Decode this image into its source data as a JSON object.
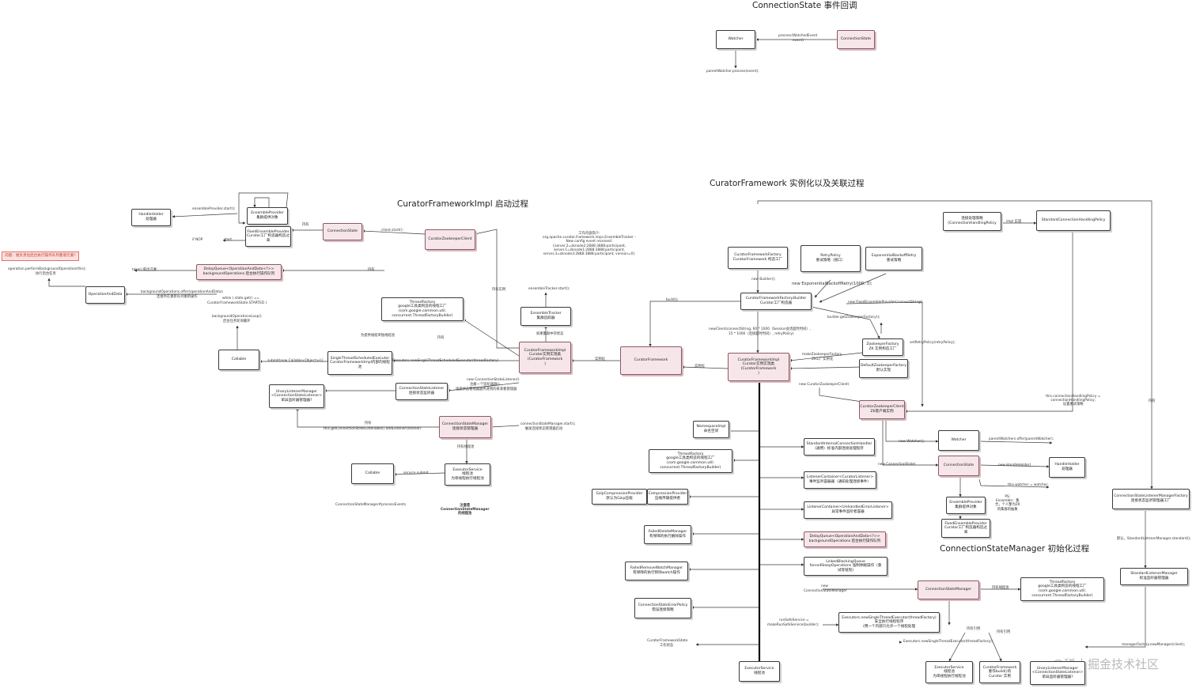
{
  "titles": {
    "conn_state_callback": "ConnectionState 事件回调",
    "fw_instantiation": "CuratorFramework 实例化以及关联过程",
    "impl_startup": "CuratorFrameworkImpl 启动过程",
    "csm_init": "ConnectionStateManager 初始化过程"
  },
  "warning": "问题：谁负责往后台执行操作队列塞值元素?",
  "watermark": "@稀土掘金技术社区",
  "nodes": {
    "watcher_top": [
      "Watcher"
    ],
    "connstate_top": [
      "ConnectionState"
    ],
    "handleholder_l": [
      "HandleHolder",
      "处理器"
    ],
    "ensembleprovider_l": [
      "EnsembleProvider",
      "集群提供对象"
    ],
    "fixedensemble_l": [
      "FixedEnsembleProvider",
      "Curator工厂构造器构造过",
      "来"
    ],
    "connstate_l": [
      "ConnectionState"
    ],
    "czkclient_l": [
      "CuratorZookeeperClient"
    ],
    "delayqueue_l": [
      "DelayQueue<OperationAndData<?>>",
      "backgroundOperations 后台执行操作队列"
    ],
    "opanddata": [
      "OperationAndData"
    ],
    "threadfactory_l": [
      "ThreadFactory",
      "google工具类构造的线程工厂",
      "(com.google.common.util.",
      "concurrent.ThreadFactoryBuilder)"
    ],
    "ensembletracker": [
      "EnsembleTracker",
      "集群追踪器"
    ],
    "callable_l": [
      "Callable"
    ],
    "singlethread": [
      "SingleThreadScheduledExecutor",
      "CuratorFrameworkImpl内部的线程",
      "池"
    ],
    "cfimpl_l": [
      "CuratorFrameworkImpl",
      "Curator实例实现类",
      "(CuratorFramework",
      ")"
    ],
    "curatorfw": [
      "CuratorFramework"
    ],
    "unarylistener_l": [
      "UnaryListenerManager",
      "<ConnectionStateListener>",
      "单异监听器管理器?"
    ],
    "csl": [
      "ConnectionStateListener",
      "连接状态监听器"
    ],
    "csm_l": [
      "ConnectionStateManager",
      "连接状态管理器"
    ],
    "callable_b": [
      "Callable"
    ],
    "executorservice_b": [
      "ExecutorService",
      "线程池",
      "为单线程执行线程池"
    ],
    "cffactory": [
      "CuratorFrameworkFactory",
      "CuratorFramework 构造工厂"
    ],
    "retrypolicy": [
      "RetryPolicy",
      "重试策略（接口）"
    ],
    "expbackoff": [
      "ExponentialBackoffRetry",
      "重试策略"
    ],
    "builder": [
      "CuratorFrameworkFactory.Builder",
      "Curator工厂构造器"
    ],
    "connhandlingpolicy": [
      "连接处理策略",
      "(ConnectionHandlingPolicy"
    ],
    "stdconnhandling": [
      "StandardConnectionHandlingPolicy"
    ],
    "zkfactory": [
      "ZookeeperFactory",
      "ZK 实例构造工厂"
    ],
    "defaultzkfactory": [
      "DefaultZookeeperFactory",
      "默认实现"
    ],
    "cfimpl_r": [
      "CuratorFrameworkImpl",
      "Curator实例实现类",
      "(CuratorFramework",
      ")"
    ],
    "czkclient_r": [
      "CuratorZookeeperClient",
      "ZK客户端实例"
    ],
    "namespaceimpl": [
      "NamespaceImpl",
      "命名空间"
    ],
    "threadfactory_r": [
      "ThreadFactory",
      "google工具类构造的线程工厂",
      "(com.google.common.util.",
      "concurrent.ThreadFactoryBuilder)"
    ],
    "stdinternalhandler": [
      "StandardInternalConnectionHandler",
      "(通用）标准内部连接处理程序"
    ],
    "watcher_r": [
      "Watcher"
    ],
    "connstate_r": [
      "ConnectionState"
    ],
    "handleholder_r": [
      "HandleHolder",
      "处理器"
    ],
    "gzip": [
      "GzipCompressionProvider",
      "默认为Gzip压缩"
    ],
    "compressionprov": [
      "CompressionProvider",
      "压缩传输提供者"
    ],
    "listenercontainer1": [
      "ListenerContainer<CuratorListener>",
      "事件监听容器器（通知处理连接事件）"
    ],
    "ensembleprovider_r": [
      "EnsembleProvider",
      "集群提供对象"
    ],
    "fixedensemble_r": [
      "FixedEnsembleProvider",
      "Curator工厂构造器构造过",
      "来"
    ],
    "listenercontainer2": [
      "ListenerContainer<UnhandledErrorListener>",
      "异常事件监听者容器"
    ],
    "faileddelete": [
      "FailedDeleteManager",
      "有保障的执行删除操作"
    ],
    "delayqueue_r": [
      "DelayQueue<OperationAndData<?>>",
      "backgroundOperations 后台执行操作队列"
    ],
    "linkedblocking": [
      "LinkedBlockingQueue",
      "forcedSleepOperations 强制休眠操作（重",
      "试等链现)"
    ],
    "failedremove": [
      "FailedRemoveWatchManager",
      "有保障的执行移除watch操作"
    ],
    "csm_r": [
      "ConnectionStateManager"
    ],
    "threadfactory_csm": [
      "ThreadFactory",
      "google工具类构造的线程工厂",
      "(com.google.common.util.",
      "concurrent.ThreadFactoryBuilder)"
    ],
    "errorpolicy": [
      "ConnectionStateErrorPolicy",
      "错误连接策略"
    ],
    "executors_single": [
      "Executors.newSingleThreadExecutor(threadFactory)",
      "安全执行线程程序",
      "(用一个内部只允许一个线程处理"
    ],
    "cslmfactory": [
      "ConnectionStateListenerManagerFactory",
      "连接状态监听管理器工厂"
    ],
    "stdlistener": [
      "StandardListenerManager",
      "标准监听器管理器"
    ],
    "executorservice_r": [
      "ExecutorService",
      "线程池"
    ],
    "executorservice_csm": [
      "ExecutorService",
      "线程池",
      "为单线程执行线程池"
    ],
    "curatorfw_csm": [
      "CuratorFramework",
      "重作build()的",
      "Curator 实例"
    ],
    "unarylistener_r": [
      "UnaryListenerManager",
      "<ConnectionStateListener>",
      "单异监听器管理器?"
    ]
  },
  "labels": {
    "process_watched": "process(WatchedEvent",
    "process_event": "event)",
    "parentwatcher_process": "parentWatcher.process(event);",
    "ensembleprovider_start": "ensembleProvider.start();",
    "client_start": "client.start();",
    "hold_conn": "持有",
    "start": "start",
    "if_nop": "if NOP",
    "take": "take() 取出元素",
    "perform_bg": "operation.performBackgroundOperation(this);",
    "exec_bg_task": "执行后台任务",
    "hold_delay": "持有",
    "bgops_offer": "backgroundOperations.offer(operationAndData);",
    "bgops_offer2": "连接所在重新队列重新操作",
    "while_state": "while ( state.get() ==",
    "while_state2": "CuratorFrameworkState.STARTED )",
    "bgops_loop": "backgroundOperationsLoop()",
    "bgops_loop2": "后台任务轮询循环",
    "hold_impl": "持有实例",
    "work_intro": "工作内容简介:",
    "ensemble_tracker_class": "org.apache.curator.framework.imps.EnsembleTracker -",
    "new_config": "New config event received:",
    "server1": "{server.2=zknode2:2888:3888:participant,",
    "server2": "server.1=zknode1:2888:3888:participant,",
    "server3": "server.3=zknode3:2888:3888:participant, version=0}",
    "tracker_start": "ensembleTracker.start();",
    "build_thread_pool": "为提供线程单独线程池",
    "hold_singlethread": "持有",
    "if_ensemble_track": "如果集群中持状态",
    "submit_callable": "submit(new Callable<Object>(){...}",
    "executors_new_single": "Executors.newSingleThreadScheduledExecutor(threadFactory)",
    "instance_impl": "实例化",
    "new_csl": "new ConnectionStateListener()",
    "new_csl2": "注册一个监听器器()",
    "new_csl3": "连接状态管理器器传递到的来来看管理器",
    "hold_getconn": "持有",
    "get_listenable": "this.getConnectionStateListenable().addListener(listener)",
    "csm_start": "connectionStateManager.start();",
    "csm_start2": "触发连接状态管理器启动",
    "hold_executor": "持有线程池",
    "service_submit": "service.submit",
    "process_events": "ConnectionStateManager#processEvents",
    "note_thread": "注意是",
    "note_thread2": "ConnectionStateManager",
    "note_thread3": "的线程池",
    "new_builder": "new Builder();",
    "new_exp": "new ExponentialBackoffRetry(1000, 3);",
    "new_fixed": "new FixedEnsembleProvider(connectString);",
    "builder_get_zk": "builder.getZookeeperFactory();",
    "build": "build();",
    "new_client": "newClient(connectString, 60 * 1000（Session会话超时时间）,",
    "new_client2": "15 * 1000（连接超时时间）, retryPolicy)",
    "make_zk": "makeZookeeperFactory",
    "make_zk2": "ZK工厂实例化",
    "set_retry": "setRetryPolicy(retryPolicy);",
    "impl_label": "impl 实现",
    "instance_r": "实例化",
    "new_czk_client": "new CuratorZookeeperClient(",
    "this_connhandling": "this.connectionHandlingPolicy =",
    "this_connhandling2": "connectionHandlingPolicy;",
    "this_connhandling3": "设置重试策略",
    "hold_r": "持有",
    "new_watcher": "new Watcher();",
    "parentwatchers_offer": "parentWatchers.offer(parentWatcher);",
    "new_connstate": "new ConnectionState(",
    "new_handleholder": "new HandleHolder(",
    "this_watcher": "this.watcher = watcher;",
    "ps_note1": "PS:",
    "ps_note2": "Ensemble：集",
    "ps_note3": "合，个人整为ZK",
    "ps_note4": "的集群的抽象",
    "default_std": "默认，StandardListenerManager.standard();",
    "hold_csm": "持有线程池",
    "new_csm": "new",
    "new_csm2": "ConnectionStateManager",
    "hold_ref1": "持有引用",
    "hold_ref2": "持有引用",
    "exec_service": "runSafeService =",
    "exec_service2": "makeRunSafeService(builder);",
    "executors_new_single_r": "Executors.newSingleThreadExecutor(threadFactory);",
    "cfstate": "CuratorFrameworkState",
    "cfstate2": "工作状态",
    "manager_factory": "managerFactory.newManager(client);"
  }
}
